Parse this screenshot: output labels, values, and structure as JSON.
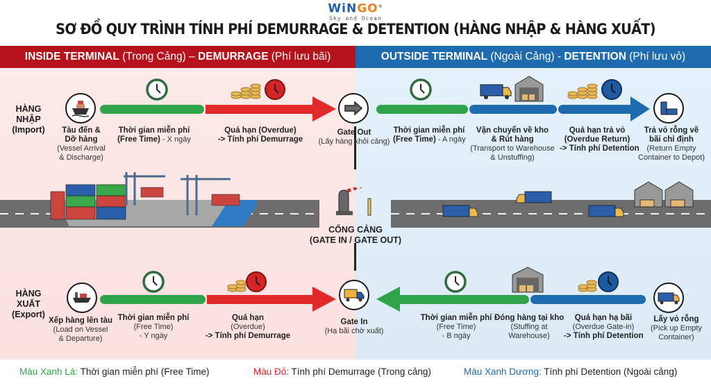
{
  "logo": {
    "brand_part1": "WiN",
    "brand_part2": "GO",
    "registered": "®",
    "tagline": "Sky and Ocean"
  },
  "title": "SƠ ĐỒ QUY TRÌNH TÍNH PHÍ DEMURRAGE & DETENTION (HÀNG NHẬP & HÀNG XUẤT)",
  "colors": {
    "free_time": "#2fa44a",
    "demurrage": "#e02a2a",
    "detention": "#1e6bb0",
    "inside_band": "#b5121b",
    "outside_band": "#1e6bb0"
  },
  "bands": {
    "inside": {
      "strong1": "INSIDE TERMINAL",
      "light1": " (Trong Cảng) – ",
      "strong2": "DEMURRAGE",
      "light2": " (Phí lưu bãi)"
    },
    "outside": {
      "strong1": "OUTSIDE TERMINAL",
      "light1": " (Ngoài Cảng) - ",
      "strong2": "DETENTION",
      "light2": " (Phí lưu vỏ)"
    }
  },
  "import": {
    "label": "HÀNG NHẬP",
    "label_en": "(Import)",
    "steps": [
      {
        "title1": "Tàu đến &",
        "title2": "Dỡ hàng",
        "sub1": "(Vessel Arrival",
        "sub2": "& Discharge)"
      },
      {
        "title1": "Thời gian miễn phí",
        "title2": "(Free Time)",
        "sub1": " - X ngày"
      },
      {
        "title1": "Quá hạn (Overdue)",
        "title2": "-> Tính phí Demurrage"
      },
      {
        "title1": "Gate Out",
        "sub1": "(Lấy hàng khỏi cảng)"
      },
      {
        "title1": "Thời gian miễn phí",
        "title2": "(Free Time)",
        "sub1": " - A ngày"
      },
      {
        "title1": "Vận chuyển về kho",
        "title2": "& Rút hàng",
        "sub1": "(Transport to Warehouse",
        "sub2": "& Unstuffing)"
      },
      {
        "title1": "Quá hạn trả vỏ",
        "title2": "(Overdue Return)",
        "title3": "-> Tính phí Detention"
      },
      {
        "title1": "Trả vỏ rỗng về",
        "title2": "bãi chỉ định",
        "sub1": "(Return Empty",
        "sub2": "Container to Depot)"
      }
    ]
  },
  "gate": {
    "label1": "CỔNG CẢNG",
    "label2": "(GATE IN / GATE OUT)"
  },
  "export": {
    "label": "HÀNG XUẤT",
    "label_en": "(Export)",
    "steps": [
      {
        "title1": "Xếp hàng lên tàu",
        "sub1": "(Load on Vessel",
        "sub2": "& Departure)"
      },
      {
        "title1": "Thời gian miễn phí",
        "sub1": "(Free Time)",
        "sub2": "- Y ngày"
      },
      {
        "title1": "Quá hạn",
        "sub1": "(Overdue)",
        "title2": "-> Tính phí Demurrage"
      },
      {
        "title1": "Gate In",
        "sub1": "(Hạ bãi chờ xuất)"
      },
      {
        "title1": "Thời gian miễn phí",
        "sub1": "(Free Time)",
        "sub2": "- B ngày"
      },
      {
        "title1": "Đóng hàng tại kho",
        "sub1": "(Stuffing at",
        "sub2": "Warehouse)"
      },
      {
        "title1": "Quá hạn hạ bãi",
        "sub1": "(Overdue Gate-in)",
        "title2": "-> Tính phí Detention"
      },
      {
        "title1": "Lấy vỏ rỗng",
        "sub1": "(Pick up Empty",
        "sub2": "Container)"
      }
    ]
  },
  "legend": [
    {
      "key": "Màu Xanh Lá:",
      "text": " Thời gian miễn phí (Free Time)",
      "color": "#2fa44a"
    },
    {
      "key": "Màu Đỏ:",
      "text": " Tính phí Demurrage (Trong cảng)",
      "color": "#d7262e"
    },
    {
      "key": "Màu Xanh Dương:",
      "text": " Tính phí Detention (Ngoài cảng)",
      "color": "#1e6bb0"
    }
  ]
}
